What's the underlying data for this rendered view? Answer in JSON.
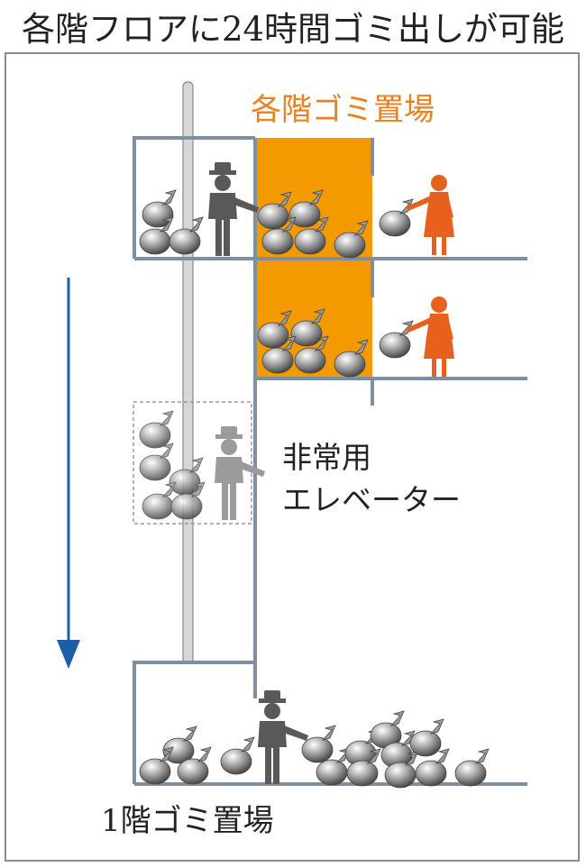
{
  "title": "各階フロアに24時間ゴミ出しが可能",
  "labels": {
    "floor_garbage_room": "各階ゴミ置場",
    "emergency_elevator_line1": "非常用",
    "emergency_elevator_line2": "エレベーター",
    "ground_garbage_room": "1階ゴミ置場"
  },
  "colors": {
    "garbage_room_fill": "#f39a00",
    "floor_label": "#ee7f1d",
    "resident_figure": "#e8601e",
    "worker_figure": "#595959",
    "structure_line": "#7e8fa2",
    "arrow": "#1b5ea8"
  },
  "icons": [
    "garbage-bag-icon",
    "worker-icon",
    "resident-icon",
    "down-arrow-icon"
  ]
}
